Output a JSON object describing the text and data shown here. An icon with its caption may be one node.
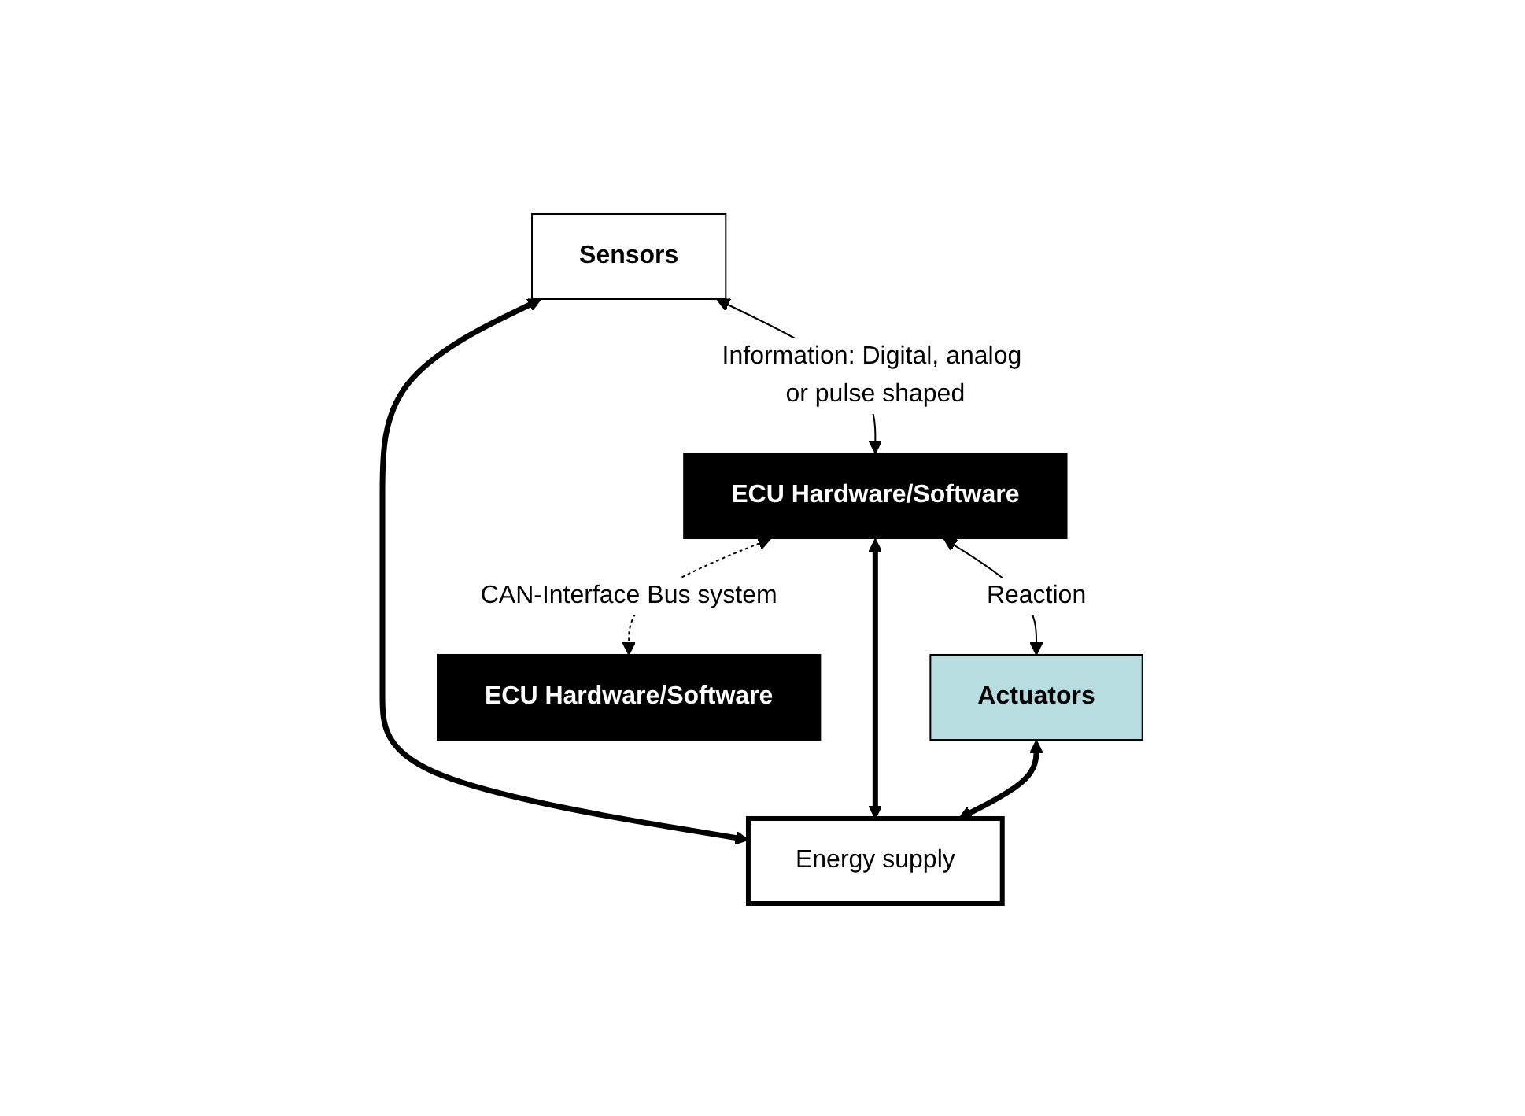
{
  "diagram": {
    "nodes": [
      {
        "text": [
          "Sensors"
        ]
      },
      {
        "text": [
          "ECU Hardware/Software"
        ]
      },
      {
        "text": [
          "Actuators"
        ]
      },
      {
        "text": [
          "ECU Hardware/Software"
        ]
      },
      {
        "text": [
          "Energy supply"
        ]
      }
    ],
    "edges": [
      {
        "from": 0,
        "to": 1,
        "arrow": "both",
        "label": "Information: Digital, analog or pulse shaped"
      },
      {
        "from": 1,
        "to": 2,
        "arrow": "both",
        "label": "Reaction"
      },
      {
        "from": 1,
        "to": 3,
        "arrow": "both",
        "style": "dashed",
        "label": "CAN-Interface Bus system"
      },
      {
        "from": 0,
        "to": 4,
        "arrow": "both",
        "style": "thick"
      },
      {
        "from": 1,
        "to": 4,
        "arrow": "both",
        "style": "thick"
      },
      {
        "from": 2,
        "to": 4,
        "arrow": "both",
        "style": "thick"
      }
    ]
  }
}
